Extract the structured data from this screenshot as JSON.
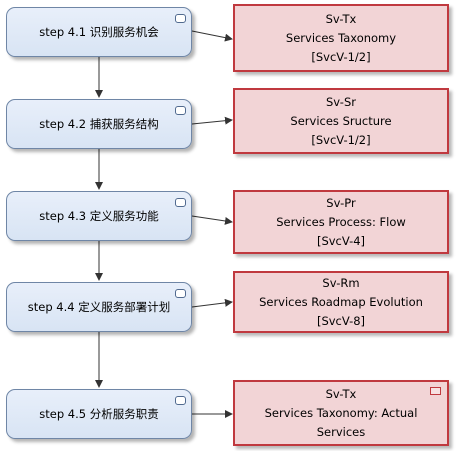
{
  "steps": [
    {
      "label": "step 4.1  识别服务机会"
    },
    {
      "label": "step 4.2  捕获服务结构"
    },
    {
      "label": "step 4.3  定义服务功能"
    },
    {
      "label": "step 4.4  定义服务部署计划"
    },
    {
      "label": "step 4.5  分析服务职责"
    }
  ],
  "views": [
    {
      "line1": "Sv-Tx",
      "line2": "Services Taxonomy",
      "line3": "[SvcV-1/2]"
    },
    {
      "line1": "Sv-Sr",
      "line2": "Services Sructure",
      "line3": "[SvcV-1/2]"
    },
    {
      "line1": "Sv-Pr",
      "line2": "Services Process:  Flow",
      "line3": "[SvcV-4]"
    },
    {
      "line1": "Sv-Rm",
      "line2": "Services Roadmap Evolution",
      "line3": "[SvcV-8]"
    },
    {
      "line1": "Sv-Tx",
      "line2": "Services Taxonomy: Actual",
      "line3": "Services"
    }
  ],
  "icons": {
    "step_icon": "rounded-rectangle-icon",
    "view_icon": "rectangle-icon"
  },
  "colors": {
    "step_fill": "#dde7f6",
    "step_border": "#6f86a6",
    "view_fill": "#f2d4d6",
    "view_border": "#c0393f",
    "connector": "#333333"
  }
}
